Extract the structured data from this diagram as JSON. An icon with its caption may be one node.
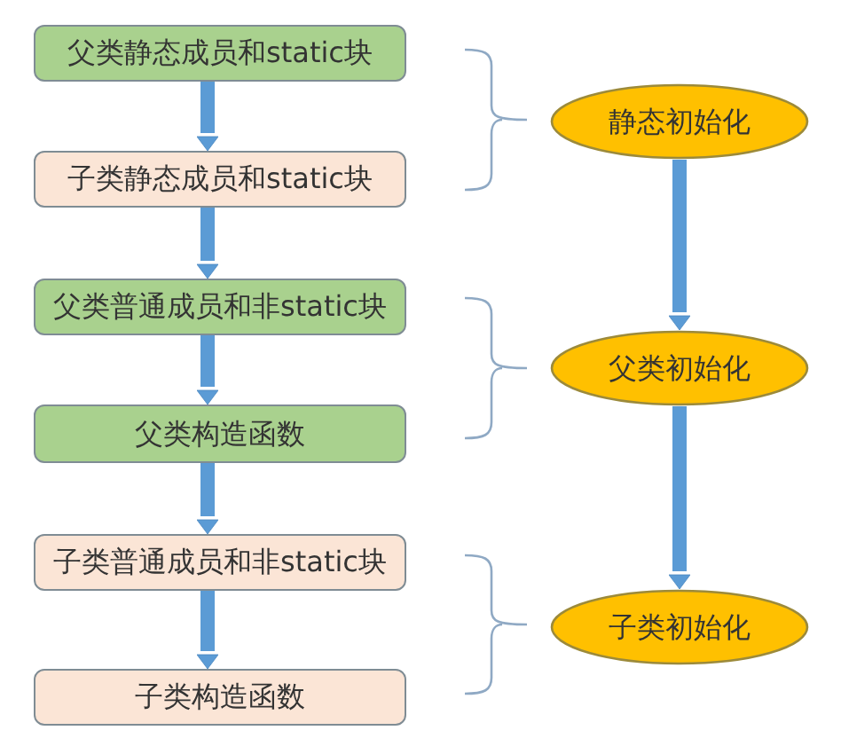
{
  "diagram": {
    "nodes": [
      {
        "text": [
          "父类静态成员和static块"
        ]
      },
      {
        "text": [
          "子类静态成员和static块"
        ]
      },
      {
        "text": [
          "父类普通成员和非static块"
        ]
      },
      {
        "text": [
          "父类构造函数"
        ]
      },
      {
        "text": [
          "子类普通成员和非static块"
        ]
      },
      {
        "text": [
          "子类构造函数"
        ]
      },
      {
        "text": [
          "静态初始化"
        ]
      },
      {
        "text": [
          "父类初始化"
        ]
      },
      {
        "text": [
          "子类初始化"
        ]
      }
    ],
    "edges": [
      {
        "from": 0,
        "to": 1,
        "arrow": "to"
      },
      {
        "from": 1,
        "to": 2,
        "arrow": "to"
      },
      {
        "from": 2,
        "to": 3,
        "arrow": "to"
      },
      {
        "from": 3,
        "to": 4,
        "arrow": "to"
      },
      {
        "from": 4,
        "to": 5,
        "arrow": "to"
      },
      {
        "from": 6,
        "to": 7,
        "arrow": "to"
      },
      {
        "from": 7,
        "to": 8,
        "arrow": "to"
      }
    ]
  }
}
